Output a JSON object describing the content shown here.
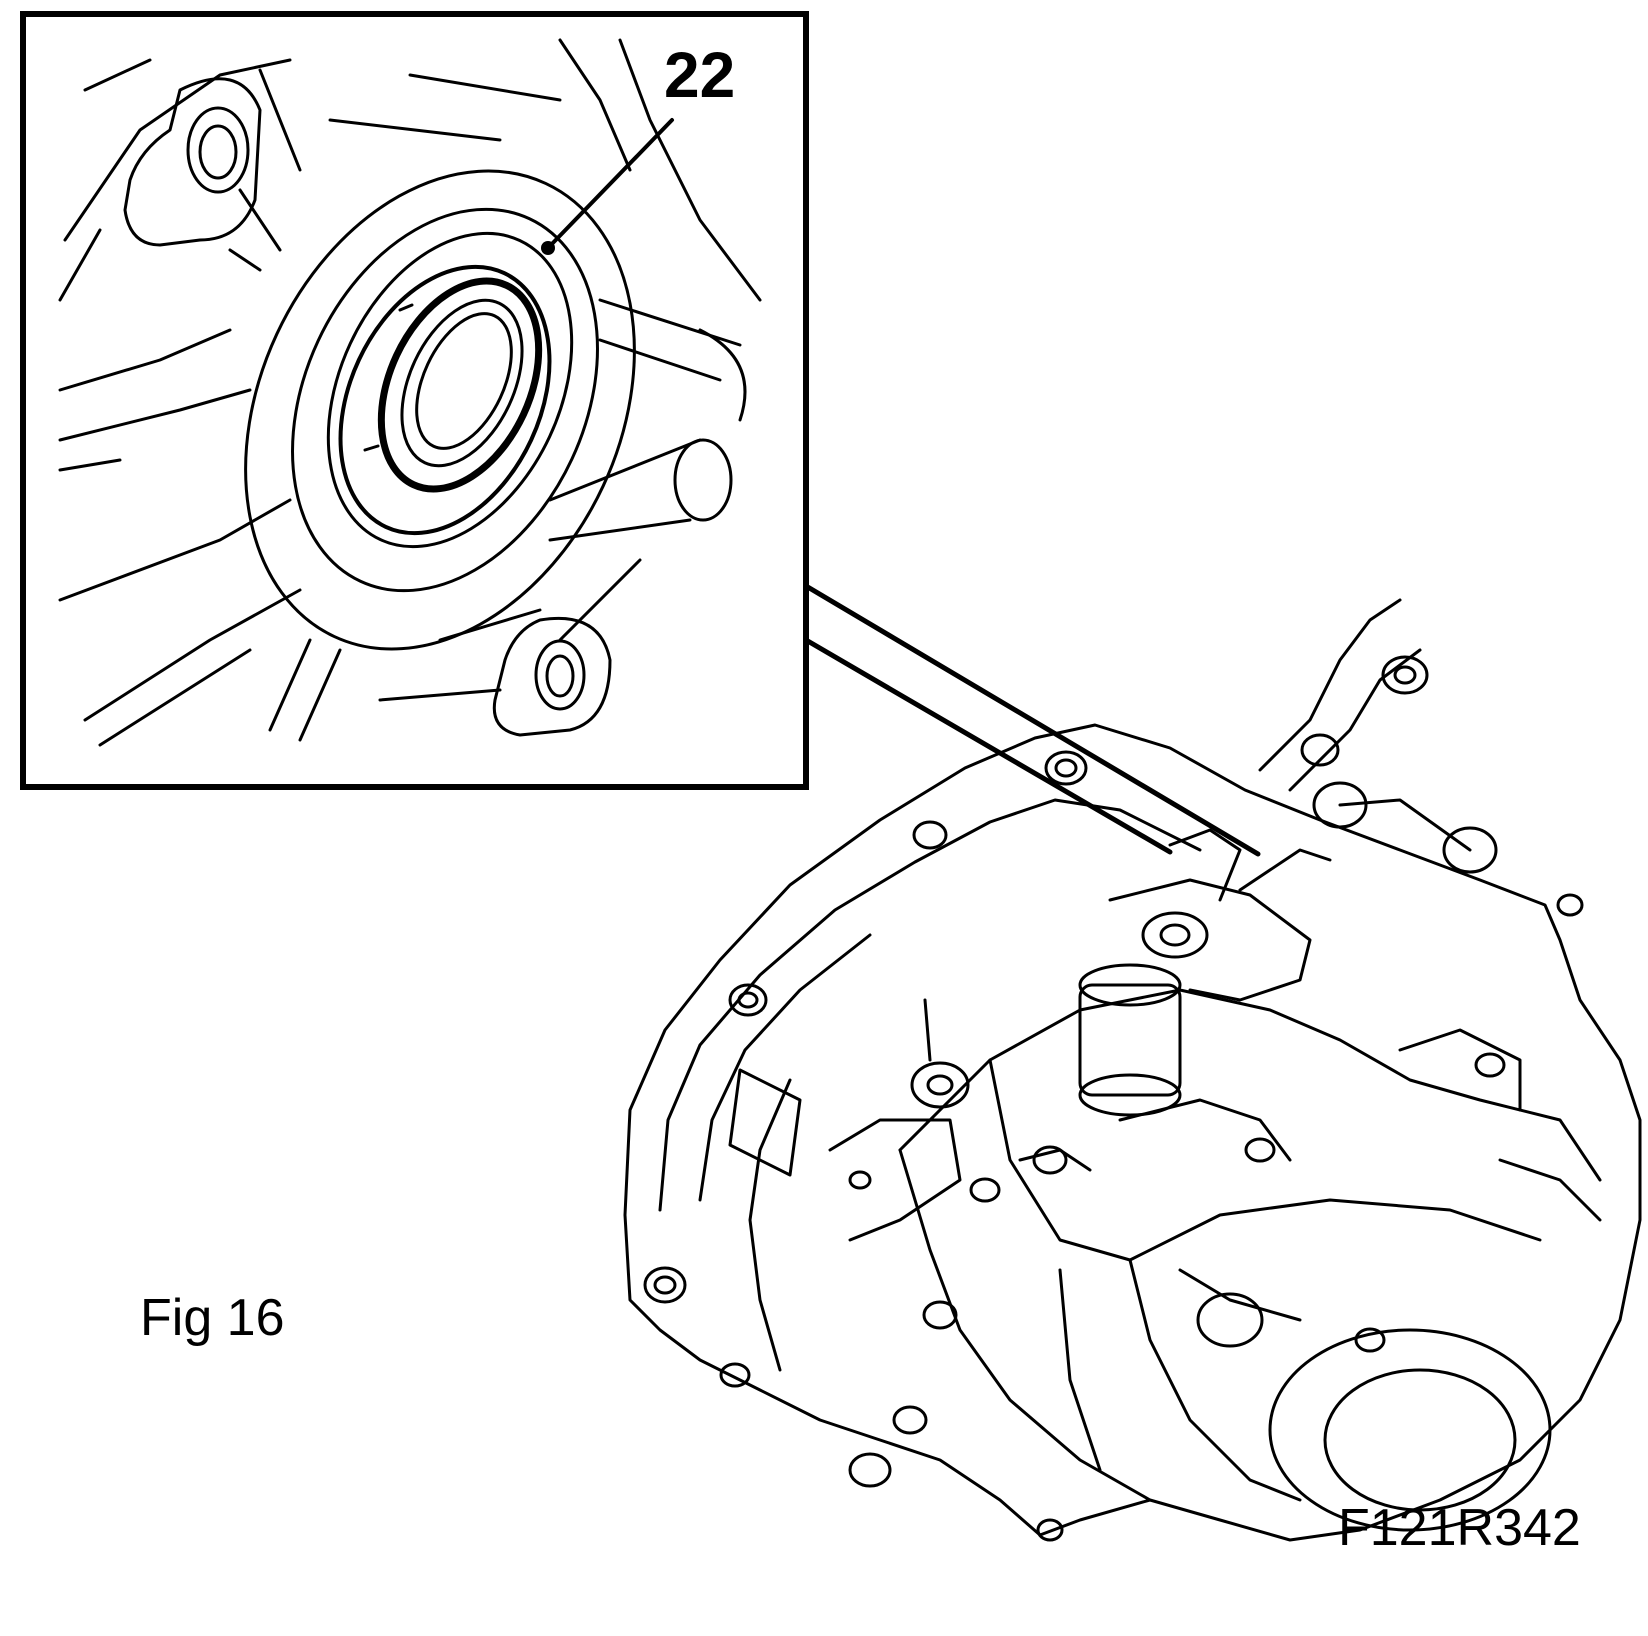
{
  "figure": {
    "callout_number": "22",
    "figure_label": "Fig 16",
    "reference_code": "F121R342"
  },
  "colors": {
    "line": "#000000",
    "background": "#ffffff"
  }
}
